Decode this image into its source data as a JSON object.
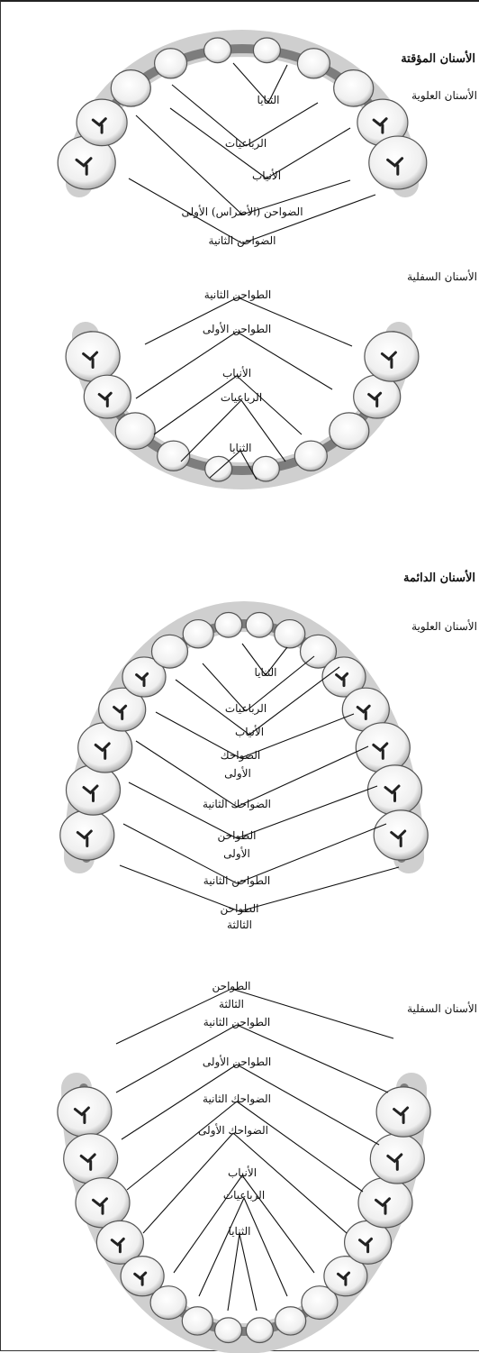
{
  "temporary": {
    "heading": "الأسنان المؤقتة",
    "upper": {
      "title": "الأسنان العلوية",
      "labels": [
        "الثنايا",
        "الرباعيات",
        "الأنياب",
        "الضواحن (الأضراس) الأولى",
        "الضواحن الثانية"
      ]
    },
    "lower": {
      "title": "الأسنان السفلية",
      "labels": [
        "الطواحن الثانية",
        "الطواحن الأولى",
        "الأنياب",
        "الرباعيات",
        "الثنايا"
      ]
    }
  },
  "permanent": {
    "heading": "الأسنان الدائمة",
    "upper": {
      "title": "الأسنان العلوية",
      "labels": [
        "الثنايا",
        "الرباعيات",
        "الأنياب",
        "الضواحك",
        "الأولى",
        "الضواحك الثانية",
        "الطواحن",
        "الأولى",
        "الطواحن الثانية",
        "الطواحن",
        "الثالثة"
      ]
    },
    "lower": {
      "title": "الأسنان السفلية",
      "labels": [
        "الطواحن",
        "الثالثة",
        "الطواحن الثانية",
        "الطواحن الأولى",
        "الضواحك الثانية",
        "الضواحك الأولى",
        "الأنياب",
        "الرباعيات",
        "الثنايا"
      ]
    }
  }
}
